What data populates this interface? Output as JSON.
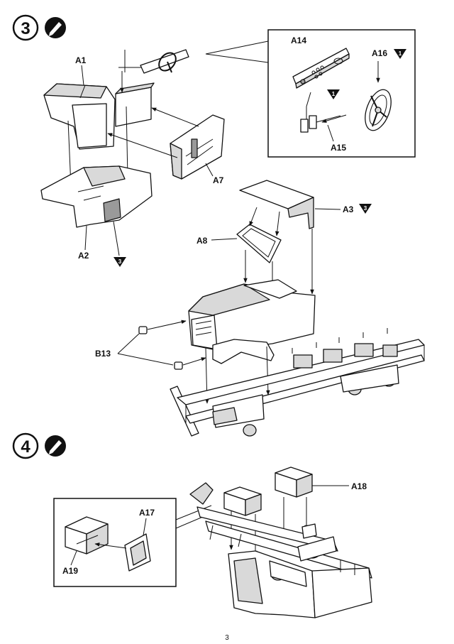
{
  "steps": [
    {
      "number": "3",
      "icon": "glue-icon"
    },
    {
      "number": "4",
      "icon": "glue-icon"
    }
  ],
  "step3": {
    "labels": {
      "a1": "A1",
      "a2": "A2",
      "a3": "A3",
      "a7": "A7",
      "a8": "A8",
      "a14": "A14",
      "a15": "A15",
      "a16": "A16",
      "b13": "B13"
    },
    "color_refs": {
      "a2_ref": "3",
      "a3_ref": "3",
      "a14_ref": "1",
      "a16_ref": "1"
    }
  },
  "step4": {
    "labels": {
      "a17": "A17",
      "a18": "A18",
      "a19": "A19"
    }
  },
  "footer": {
    "page_number": "3"
  }
}
